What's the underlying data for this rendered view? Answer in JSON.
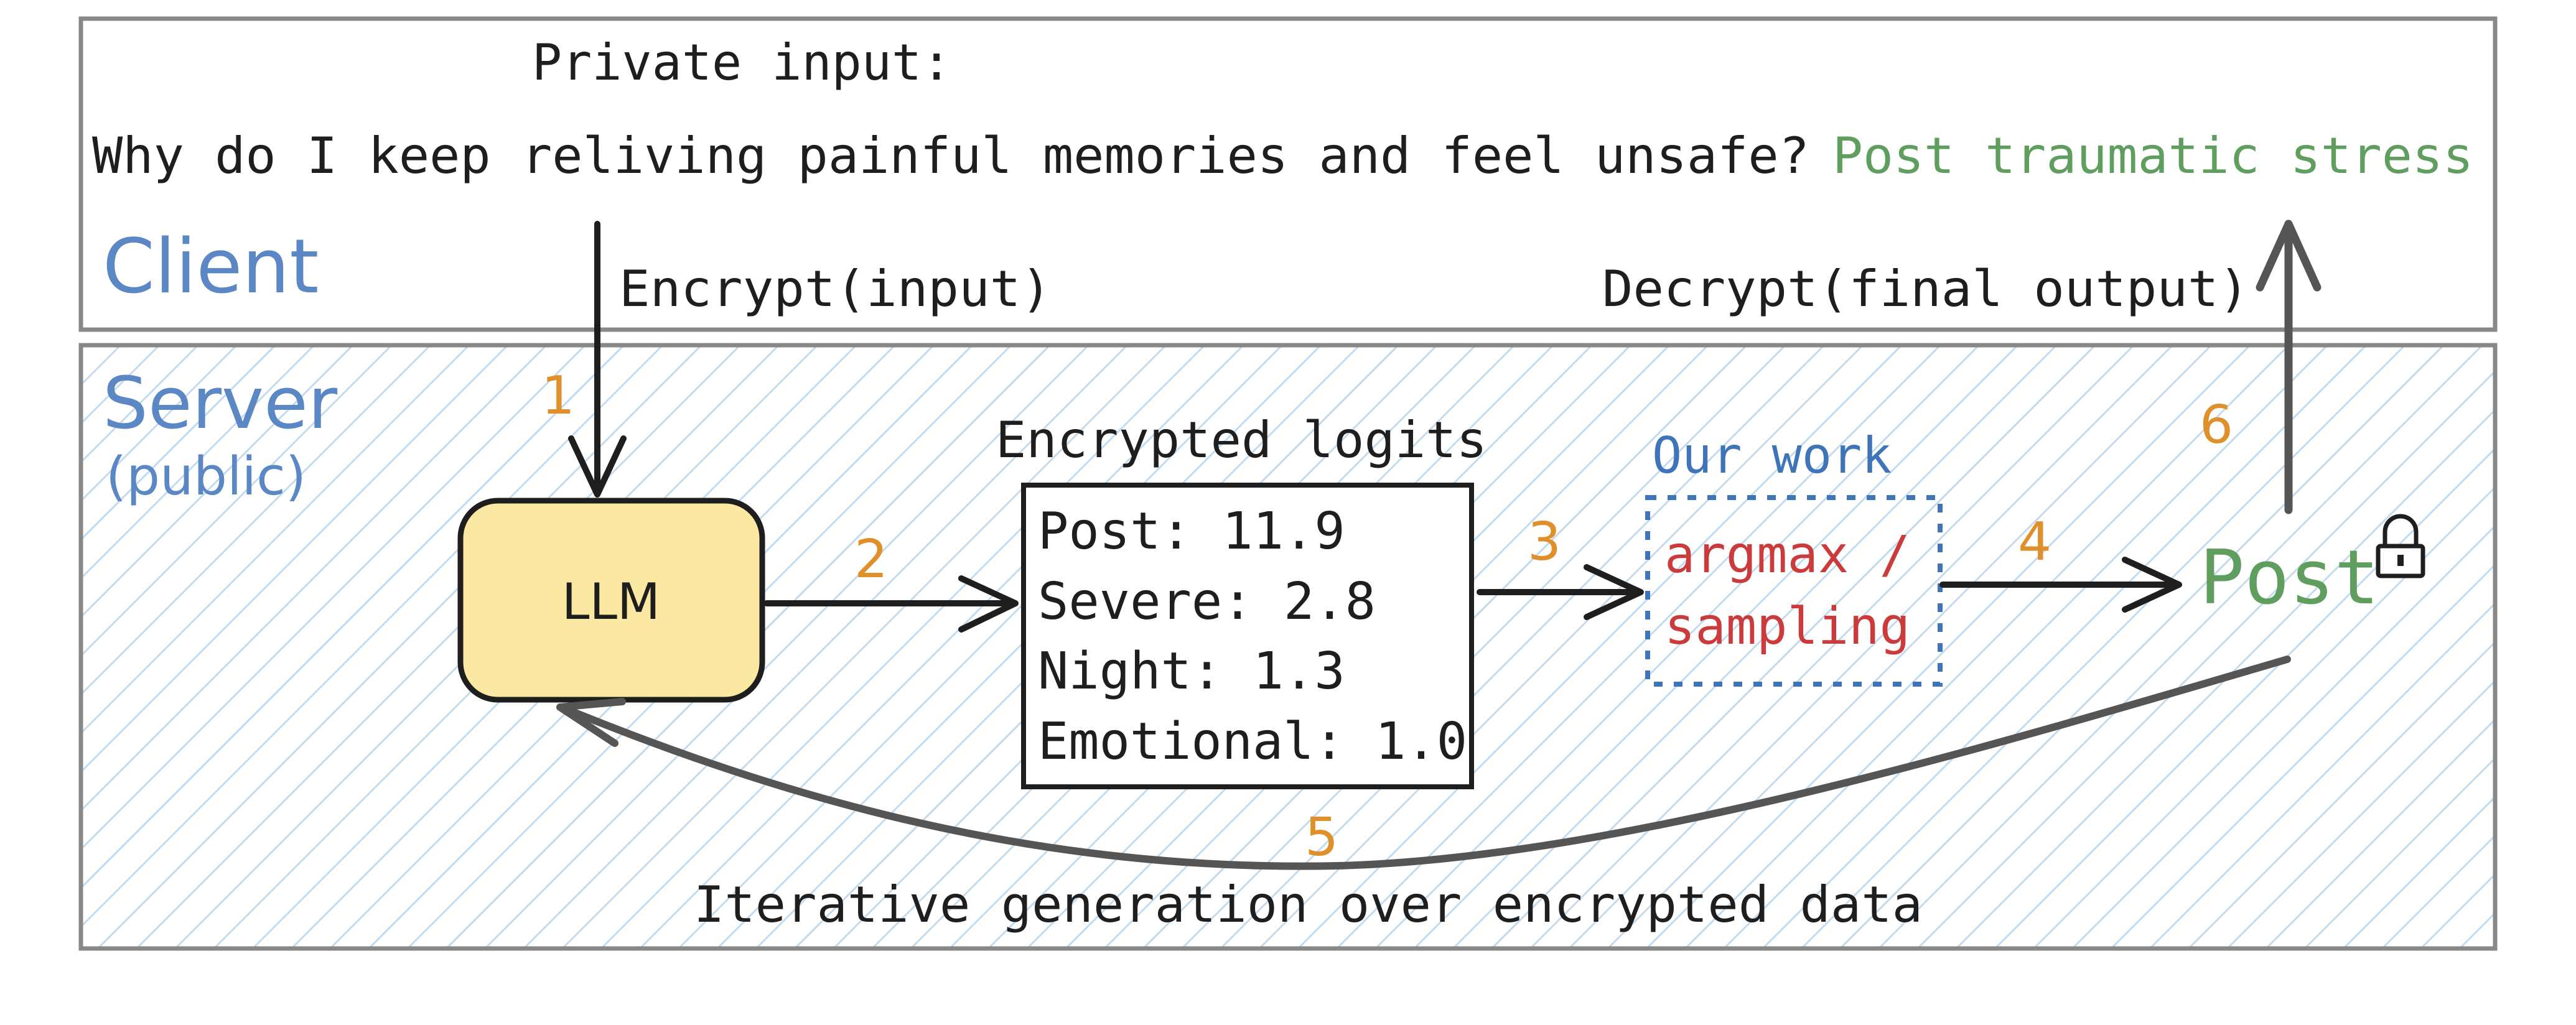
{
  "client": {
    "label": "Client",
    "private_input_label": "Private input:",
    "question": "Why do I keep reliving painful memories and feel unsafe?",
    "answer": "Post traumatic stress",
    "encrypt_label": "Encrypt(input)",
    "decrypt_label": "Decrypt(final output)"
  },
  "server": {
    "label": "Server",
    "sublabel": "(public)",
    "llm_label": "LLM",
    "logits_title": "Encrypted logits",
    "logits": [
      "Post: 11.9",
      "Severe: 2.8",
      "Night: 1.3",
      "Emotional: 1.0"
    ],
    "our_work_label": "Our work",
    "argmax_line1": "argmax /",
    "argmax_line2": "sampling",
    "output_token": "Post",
    "loop_label": "Iterative generation over encrypted data"
  },
  "steps": [
    "1",
    "2",
    "3",
    "4",
    "5",
    "6"
  ],
  "colors": {
    "client_blue": "#5b87c4",
    "answer_green": "#5f9e5f",
    "step_orange": "#e0902a",
    "argmax_red": "#cc3b3b",
    "llm_fill": "#fbe8a3",
    "hatch": "#c2dbef",
    "frame": "#888888",
    "ink": "#1e1e1e"
  },
  "icons": {
    "lock": "lock-icon"
  }
}
